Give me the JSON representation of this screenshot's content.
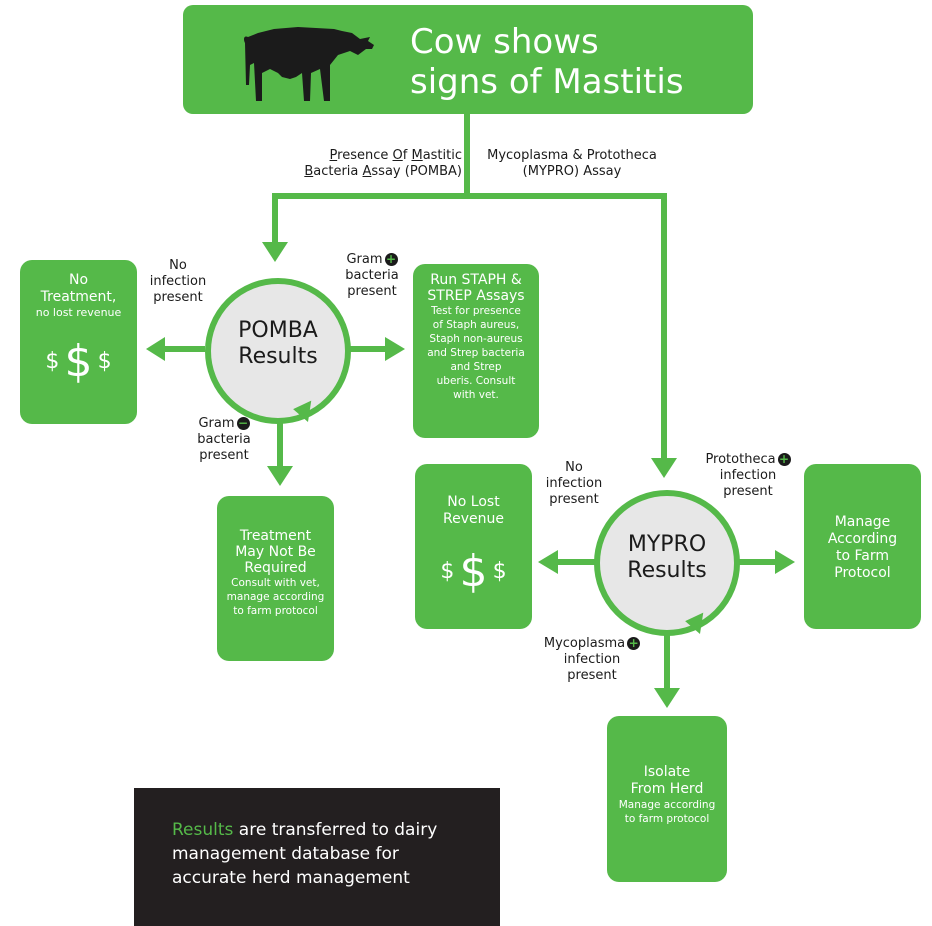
{
  "header": {
    "line1": "Cow shows",
    "line2": "signs of Mastitis"
  },
  "branches": {
    "pomba_line1_parts": [
      {
        "u": "P",
        "t": "resence "
      },
      {
        "u": "O",
        "t": "f "
      },
      {
        "u": "M",
        "t": "astitic"
      }
    ],
    "pomba_line2_parts": [
      {
        "u": "B",
        "t": "acteria "
      },
      {
        "u": "A",
        "t": "ssay (POMBA)"
      }
    ],
    "mypro_line1": "Mycoplasma & Prototheca",
    "mypro_line2": "(MYPRO) Assay"
  },
  "pomba": {
    "circle_line1": "POMBA",
    "circle_line2": "Results",
    "no_infection": [
      "No",
      "infection",
      "present"
    ],
    "gram_pos": [
      "Gram",
      "bacteria",
      "present"
    ],
    "gram_neg": [
      "Gram",
      "bacteria",
      "present"
    ],
    "no_treatment_box": {
      "title1": "No",
      "title2": "Treatment,",
      "sub": "no lost revenue"
    },
    "staph_box": {
      "title1": "Run STAPH &",
      "title2": "STREP Assays",
      "body": [
        "Test for presence",
        "of Staph aureus,",
        "Staph non-aureus",
        "and  Strep bacteria",
        "and Strep",
        "uberis. Consult",
        "with vet."
      ]
    },
    "treatment_box": {
      "title": [
        "Treatment",
        "May Not Be",
        "Required"
      ],
      "body": [
        "Consult with vet,",
        "manage according",
        "to farm protocol"
      ]
    }
  },
  "mypro": {
    "circle_line1": "MYPRO",
    "circle_line2": "Results",
    "no_infection": [
      "No",
      "infection",
      "present"
    ],
    "prototheca": [
      "Prototheca",
      "infection",
      "present"
    ],
    "mycoplasma": [
      "Mycoplasma",
      "infection",
      "present"
    ],
    "no_lost_box": {
      "title": [
        "No Lost",
        "Revenue"
      ]
    },
    "manage_box": {
      "title": [
        "Manage",
        "According",
        "to Farm",
        "Protocol"
      ]
    },
    "isolate_box": {
      "title": [
        "Isolate",
        "From Herd"
      ],
      "body": [
        "Manage according",
        "to farm protocol"
      ]
    }
  },
  "footer": {
    "highlight": "Results",
    "line1_rest": " are transferred to dairy",
    "line2": "management database for",
    "line3": "accurate herd management"
  },
  "symbols": {
    "dollar": "$",
    "plus": "+",
    "minus": "−"
  },
  "colors": {
    "green": "#55b949",
    "dark": "#231f20",
    "circle_fill": "#e7e7e7",
    "text": "#1b1b1b"
  }
}
